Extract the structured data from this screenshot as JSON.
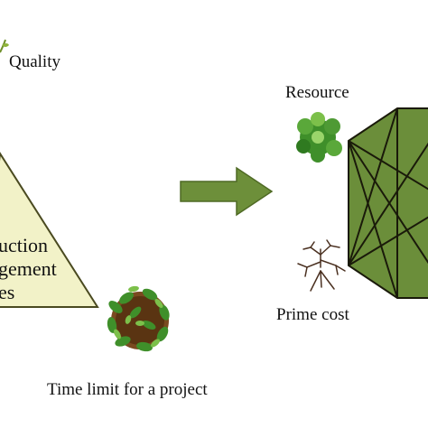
{
  "labels": {
    "quality": "Quality",
    "resource": "Resource",
    "prime_cost": "Prime cost",
    "time_limit": "Time limit for a project",
    "triangle_line1": "uction",
    "triangle_line2": "gement",
    "triangle_line3": "es"
  },
  "icons": [
    "sprout-icon",
    "plant-top-view-icon",
    "leafy-bush-icon",
    "bare-branch-icon",
    "right-arrow-icon"
  ],
  "colors": {
    "triangle_fill": "#f2f2c8",
    "triangle_stroke": "#4a4a20",
    "arrow_fill": "#6d8f3a",
    "hexagon_fill": "#6b8e3a",
    "hexagon_stroke": "#1a1a0a",
    "leaf_green": "#3f8f2a",
    "leaf_light": "#7cc04a",
    "pot": "#7a4a20"
  }
}
